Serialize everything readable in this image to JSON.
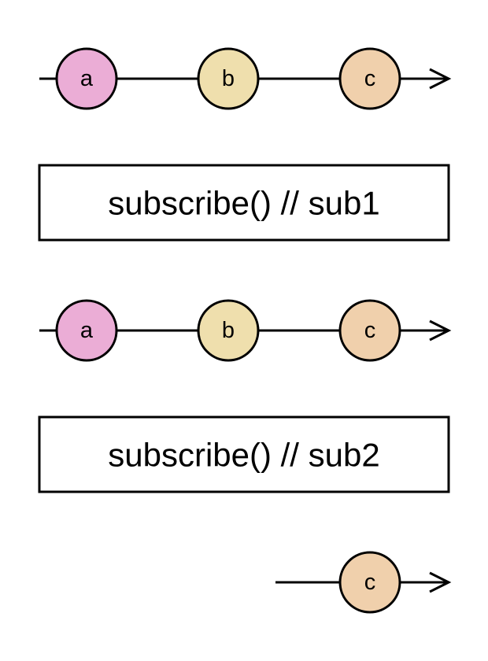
{
  "colors": {
    "stroke": "#000000",
    "background": "#ffffff",
    "marble_a": "#ebadd6",
    "marble_b": "#efdfad",
    "marble_c": "#f0d0ac",
    "operator_box": "#ffffff"
  },
  "source_stream": {
    "marbles": [
      {
        "label": "a",
        "color_key": "marble_a"
      },
      {
        "label": "b",
        "color_key": "marble_b"
      },
      {
        "label": "c",
        "color_key": "marble_c"
      }
    ]
  },
  "operator_1": {
    "label": "subscribe() // sub1"
  },
  "sub1_stream": {
    "marbles": [
      {
        "label": "a",
        "color_key": "marble_a"
      },
      {
        "label": "b",
        "color_key": "marble_b"
      },
      {
        "label": "c",
        "color_key": "marble_c"
      }
    ]
  },
  "operator_2": {
    "label": "subscribe() // sub2"
  },
  "sub2_stream": {
    "marbles": [
      {
        "label": "c",
        "color_key": "marble_c"
      }
    ]
  }
}
